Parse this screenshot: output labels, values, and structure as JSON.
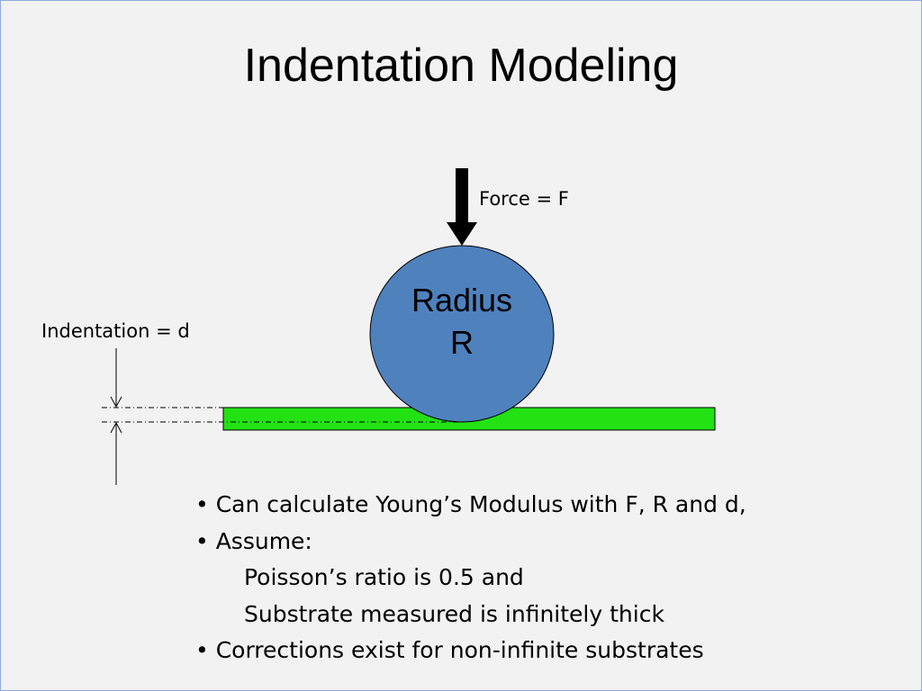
{
  "slide": {
    "title": "Indentation Modeling"
  },
  "diagram": {
    "force_label": "Force = F",
    "indentation_label": "Indentation = d",
    "sphere_label_line1": "Radius",
    "sphere_label_line2": "R",
    "colors": {
      "sphere_fill": "#4f81bd",
      "substrate_fill": "#22e214",
      "background": "#f2f2f2",
      "border": "#8eaadb"
    }
  },
  "bullets": {
    "bullet_glyph": "•",
    "b1": "Can calculate Young’s Modulus with F, R and d,",
    "b2": "Assume:",
    "b2_sub1": "Poisson’s ratio is 0.5 and",
    "b2_sub2": "Substrate measured is infinitely thick",
    "b3": "Corrections exist for non-infinite substrates"
  }
}
